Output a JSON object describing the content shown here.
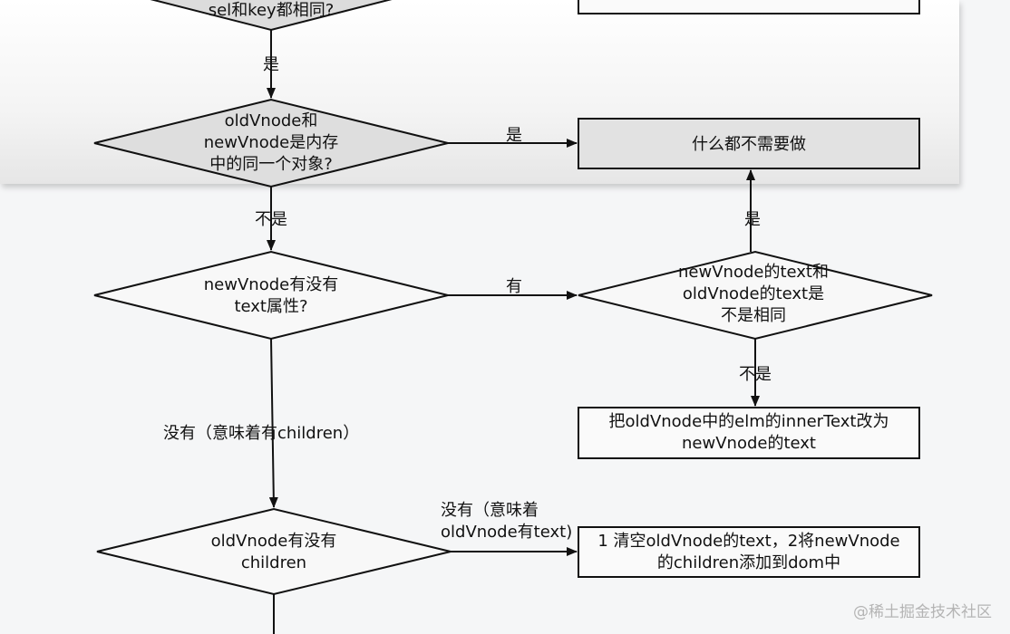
{
  "nodes": {
    "d_sel_key": [
      "sel和key都相同?"
    ],
    "d_same_obj": [
      "oldVnode和",
      "newVnode是内存",
      "中的同一个对象?"
    ],
    "r_nothing": [
      "什么都不需要做"
    ],
    "d_has_text": [
      "newVnode有没有",
      "text属性?"
    ],
    "d_text_same": [
      "newVnode的text和",
      "oldVnode的text是",
      "不是相同"
    ],
    "r_set_text": [
      "把oldVnode中的elm的innerText改为",
      "newVnode的text"
    ],
    "d_old_children": [
      "oldVnode有没有",
      "children"
    ],
    "r_clear_add": [
      "1 清空oldVnode的text，2将newVnode",
      "的children添加到dom中"
    ]
  },
  "edges": {
    "yes1": [
      "是"
    ],
    "yes2": [
      "是"
    ],
    "no_same": [
      "不是"
    ],
    "has": [
      "有"
    ],
    "yes_up": [
      "是"
    ],
    "no_diff": [
      "不是"
    ],
    "no_text": [
      "没有（意味着有children）"
    ],
    "no_children": [
      "没有（意味着",
      "oldVnode有text)"
    ]
  },
  "watermark": "@稀土掘金技术社区"
}
